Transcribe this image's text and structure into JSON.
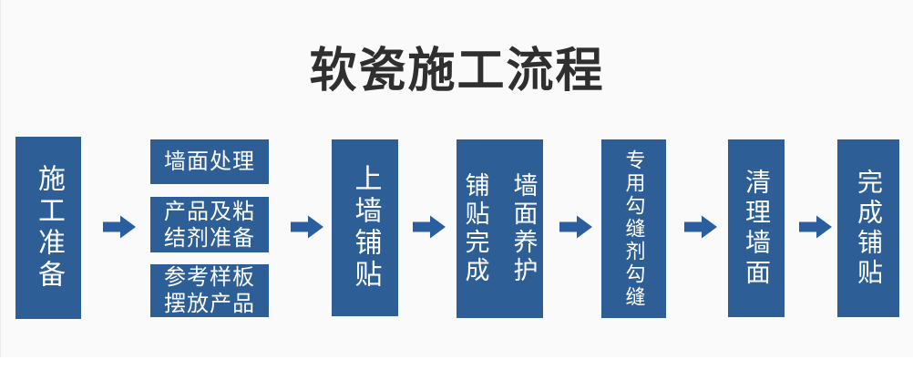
{
  "title": "软瓷施工流程",
  "colors": {
    "box-blue": "#2d5f96",
    "arrow-blue": "#2a5e9f",
    "title-color": "#2f2f2f",
    "banner-bg": "#fafafa",
    "page-bg": "#ffffff",
    "box-text": "#ffffff"
  },
  "flow": {
    "steps": [
      {
        "type": "vertical",
        "label": "施工准备"
      },
      {
        "type": "group",
        "boxes": [
          [
            "墙面处理"
          ],
          [
            "产品及粘",
            "结剂准备"
          ],
          [
            "参考样板",
            "摆放产品"
          ]
        ]
      },
      {
        "type": "vertical",
        "label": "上墙铺贴"
      },
      {
        "type": "columns",
        "columns": [
          "铺贴完成",
          "墙面养护"
        ]
      },
      {
        "type": "vertical",
        "label": "专用勾缝剂勾缝"
      },
      {
        "type": "vertical",
        "label": "清理墙面"
      },
      {
        "type": "vertical",
        "label": "完成铺贴"
      }
    ]
  }
}
